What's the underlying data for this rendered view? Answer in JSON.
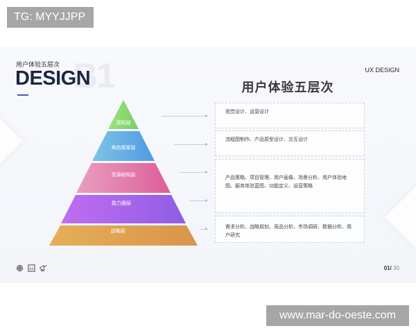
{
  "watermarks": {
    "top_left": "TG: MYYJJPP",
    "bottom_right": "www.mar-do-oeste.com"
  },
  "header": {
    "subtitle": "用户体验五层次",
    "title": "DESIGN",
    "section_number": "B1",
    "accent_color": "#3c5fb3",
    "right_label": "UX DESIGN"
  },
  "main": {
    "heading": "用户体验五层次"
  },
  "pyramid": {
    "layers": [
      {
        "label": "感知层",
        "color_from": "#9ee27a",
        "color_to": "#78cf6a"
      },
      {
        "label": "角色框架层",
        "color_from": "#7ec3e6",
        "color_to": "#4f9be3"
      },
      {
        "label": "资源结构层",
        "color_from": "#ea9ec0",
        "color_to": "#dc5f98"
      },
      {
        "label": "能力圈层",
        "color_from": "#c06ef0",
        "color_to": "#8f5ce6"
      },
      {
        "label": "战略层",
        "color_from": "#e6b057",
        "color_to": "#d9934a"
      }
    ]
  },
  "descriptions": [
    {
      "text": "视觉设计、运营设计"
    },
    {
      "text": "流程图制作、产品原型设计、交互设计"
    },
    {
      "text": "产品策略、项目管理、用户画像、场景分析、用户体验地图、服务体验蓝图、功能定义、运营策略"
    },
    {
      "text": "需求分析、战略规划、竞品分析、市场调研、数据分析、用户研究"
    }
  ],
  "footer": {
    "icons": [
      "dribbble-icon",
      "behance-icon",
      "megaphone-icon"
    ],
    "page_current": "01",
    "page_separator": "/",
    "page_total": "30"
  }
}
